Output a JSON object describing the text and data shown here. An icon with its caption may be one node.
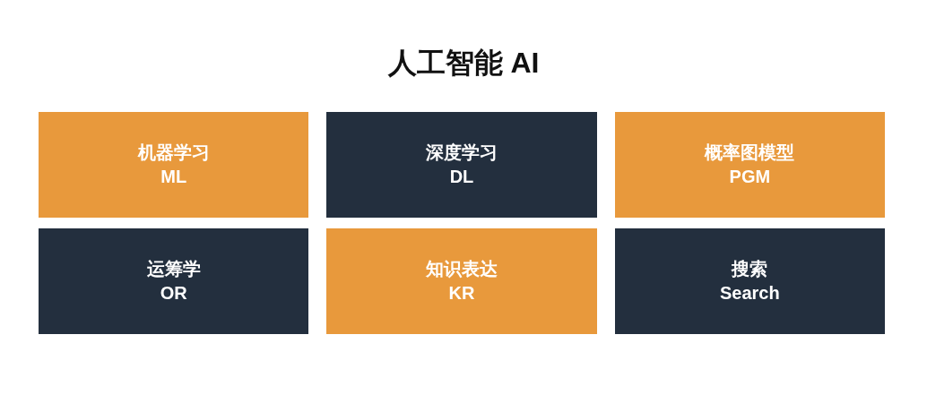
{
  "diagram": {
    "title": "人工智能 AI",
    "nodes": [
      {
        "text": [
          "机器学习",
          "ML"
        ]
      },
      {
        "text": [
          "深度学习",
          "DL"
        ]
      },
      {
        "text": [
          "概率图模型",
          "PGM"
        ]
      },
      {
        "text": [
          "运筹学",
          "OR"
        ]
      },
      {
        "text": [
          "知识表达",
          "KR"
        ]
      },
      {
        "text": [
          "搜索",
          "Search"
        ]
      }
    ]
  }
}
